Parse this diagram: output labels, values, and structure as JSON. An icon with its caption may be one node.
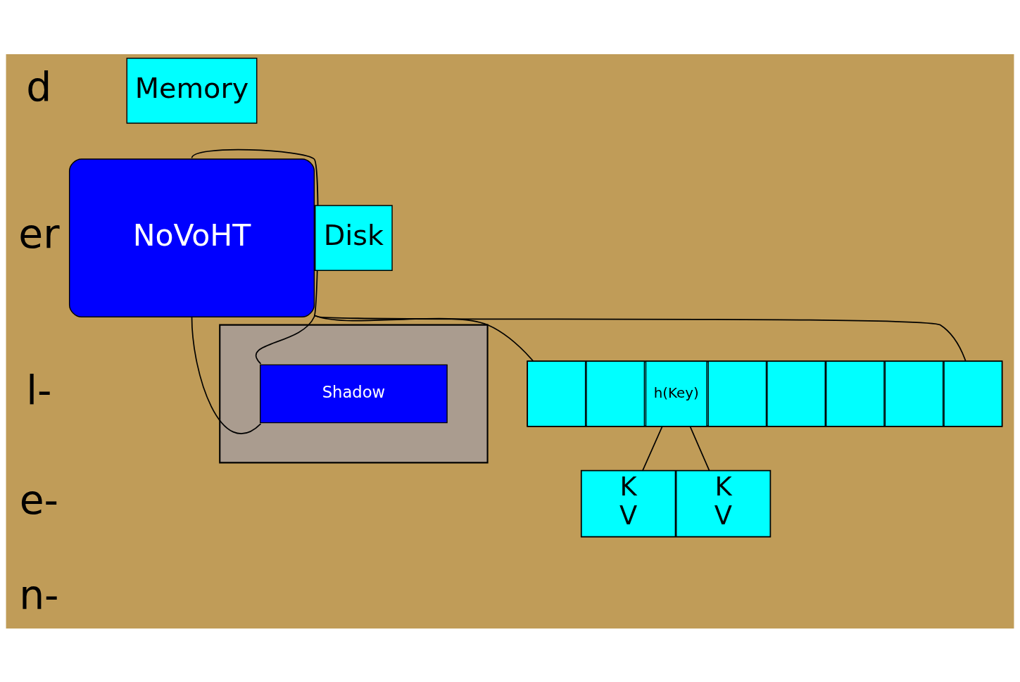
{
  "diagram": {
    "nodes": [
      {
        "text": [
          "Memory"
        ]
      },
      {
        "text": [
          "NoVoHT"
        ]
      },
      {
        "text": [
          "Disk"
        ]
      },
      {
        "text": [],
        "shape": "box"
      },
      {
        "text": [
          "Shadow"
        ],
        "in": 3
      },
      {
        "text": [],
        "shape": "bar"
      },
      {
        "text": [],
        "shape": "box",
        "in": 5
      },
      {
        "text": [],
        "shape": "box",
        "in": 5
      },
      {
        "text": [
          "h(Key)"
        ],
        "in": 5
      },
      {
        "text": [],
        "shape": "box",
        "in": 5
      },
      {
        "text": [],
        "shape": "box",
        "in": 5
      },
      {
        "text": [],
        "shape": "box",
        "in": 5
      },
      {
        "text": [],
        "shape": "box",
        "in": 5
      },
      {
        "text": [],
        "shape": "box",
        "in": 5
      },
      {
        "text": [],
        "shape": "box"
      },
      {
        "text": [
          "K",
          "V"
        ],
        "in": 14
      },
      {
        "text": [
          "K",
          "V"
        ],
        "in": 14
      }
    ],
    "edges": [
      {
        "from": 1,
        "to": 4,
        "arrow": "none"
      },
      {
        "from": 1,
        "to": 4,
        "arrow": "none"
      },
      {
        "from": 1,
        "to": 5,
        "arrow": "none"
      },
      {
        "from": 1,
        "to": 5,
        "arrow": "none"
      },
      {
        "from": 8,
        "to": 14,
        "arrow": "none"
      },
      {
        "from": 8,
        "to": 14,
        "arrow": "none"
      }
    ],
    "labels": [
      "d",
      "er",
      "l-",
      "e-",
      "n-"
    ]
  }
}
